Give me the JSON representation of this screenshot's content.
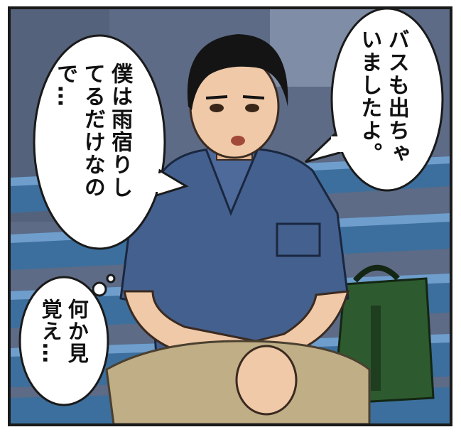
{
  "panel": {
    "colors": {
      "border": "#1a1a1a",
      "wall": "#5d6b86",
      "wall_light": "#8e9bb4",
      "bench": "#3c6f9d",
      "bench_light": "#6f9ecc",
      "shirt": "#44608e",
      "skin": "#f0c9a8",
      "hair": "#141414",
      "pants": "#bfae86",
      "bag": "#2d5a2e",
      "bubble": "#ffffff"
    },
    "bubbles": {
      "bus_line": "バスも出ちゃ\nいましたよ。",
      "rain_line": "僕は雨宿りし\nてるだけなの\nで…",
      "thought_line": "何か見\n覚え…"
    },
    "characters": [
      "young-man",
      "person-offscreen"
    ]
  }
}
